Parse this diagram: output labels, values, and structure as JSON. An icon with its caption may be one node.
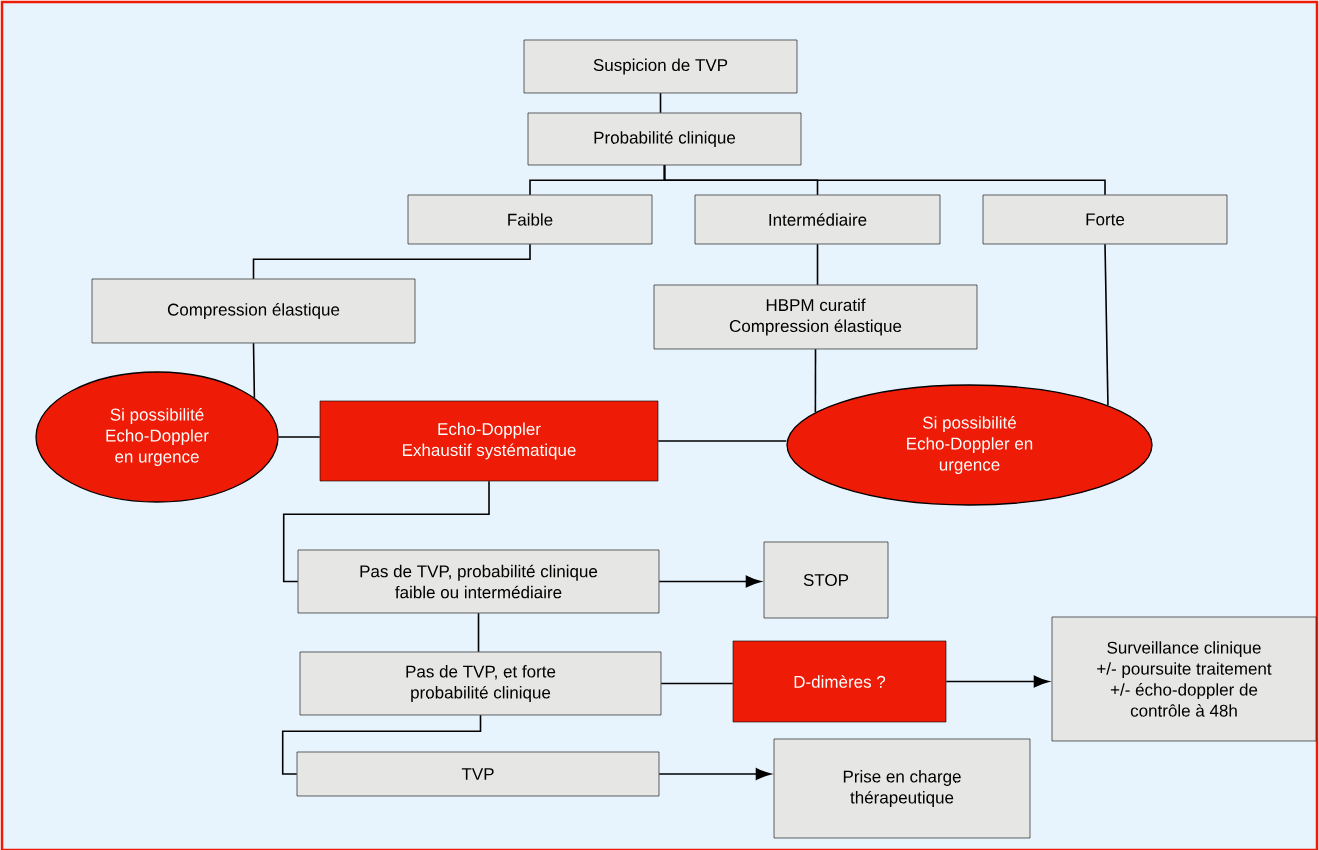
{
  "diagram": {
    "nodes": [
      {
        "text": [
          "Suspicion de TVP"
        ]
      },
      {
        "text": [
          "Probabilité clinique"
        ]
      },
      {
        "text": [
          "Faible"
        ]
      },
      {
        "text": [
          "Intermédiaire"
        ]
      },
      {
        "text": [
          "Forte"
        ]
      },
      {
        "text": [
          "Compression élastique"
        ]
      },
      {
        "text": [
          "HBPM curatif",
          "Compression élastique"
        ]
      },
      {
        "text": [
          "Si possibilité Echo-Doppler en urgence"
        ]
      },
      {
        "text": [
          "Echo-Doppler",
          "Exhaustif systématique"
        ]
      },
      {
        "text": [
          "Si possibilité Echo-Doppler en urgence"
        ]
      },
      {
        "text": [
          "Pas de TVP, probabilité clinique faible ou intermédiaire"
        ]
      },
      {
        "text": [
          "STOP"
        ]
      },
      {
        "text": [
          "Pas de TVP, et forte probabilité clinique"
        ]
      },
      {
        "text": [
          "D-dimères ?"
        ]
      },
      {
        "text": [
          "Surveillance clinique +/- poursuite traitement +/- écho-doppler de contrôle à 48h"
        ]
      },
      {
        "text": [
          "TVP"
        ]
      },
      {
        "text": [
          "Prise en charge thérapeutique"
        ]
      }
    ],
    "edges": [
      {
        "from": 0,
        "to": 1,
        "arrow": "none"
      },
      {
        "from": 1,
        "to": 2,
        "arrow": "none"
      },
      {
        "from": 1,
        "to": 3,
        "arrow": "none"
      },
      {
        "from": 1,
        "to": 4,
        "arrow": "none"
      },
      {
        "from": 2,
        "to": 5,
        "arrow": "none"
      },
      {
        "from": 5,
        "to": 7,
        "arrow": "none"
      },
      {
        "from": 7,
        "to": 8,
        "arrow": "none"
      },
      {
        "from": 3,
        "to": 6,
        "arrow": "none"
      },
      {
        "from": 6,
        "to": 9,
        "arrow": "none"
      },
      {
        "from": 4,
        "to": 9,
        "arrow": "none"
      },
      {
        "from": 8,
        "to": 9,
        "arrow": "none"
      },
      {
        "from": 8,
        "to": 10,
        "arrow": "none"
      },
      {
        "from": 10,
        "to": 11,
        "arrow": "to"
      },
      {
        "from": 10,
        "to": 12,
        "arrow": "none"
      },
      {
        "from": 12,
        "to": 13,
        "arrow": "none"
      },
      {
        "from": 13,
        "to": 14,
        "arrow": "to"
      },
      {
        "from": 12,
        "to": 15,
        "arrow": "none"
      },
      {
        "from": 15,
        "to": 16,
        "arrow": "to"
      }
    ]
  }
}
